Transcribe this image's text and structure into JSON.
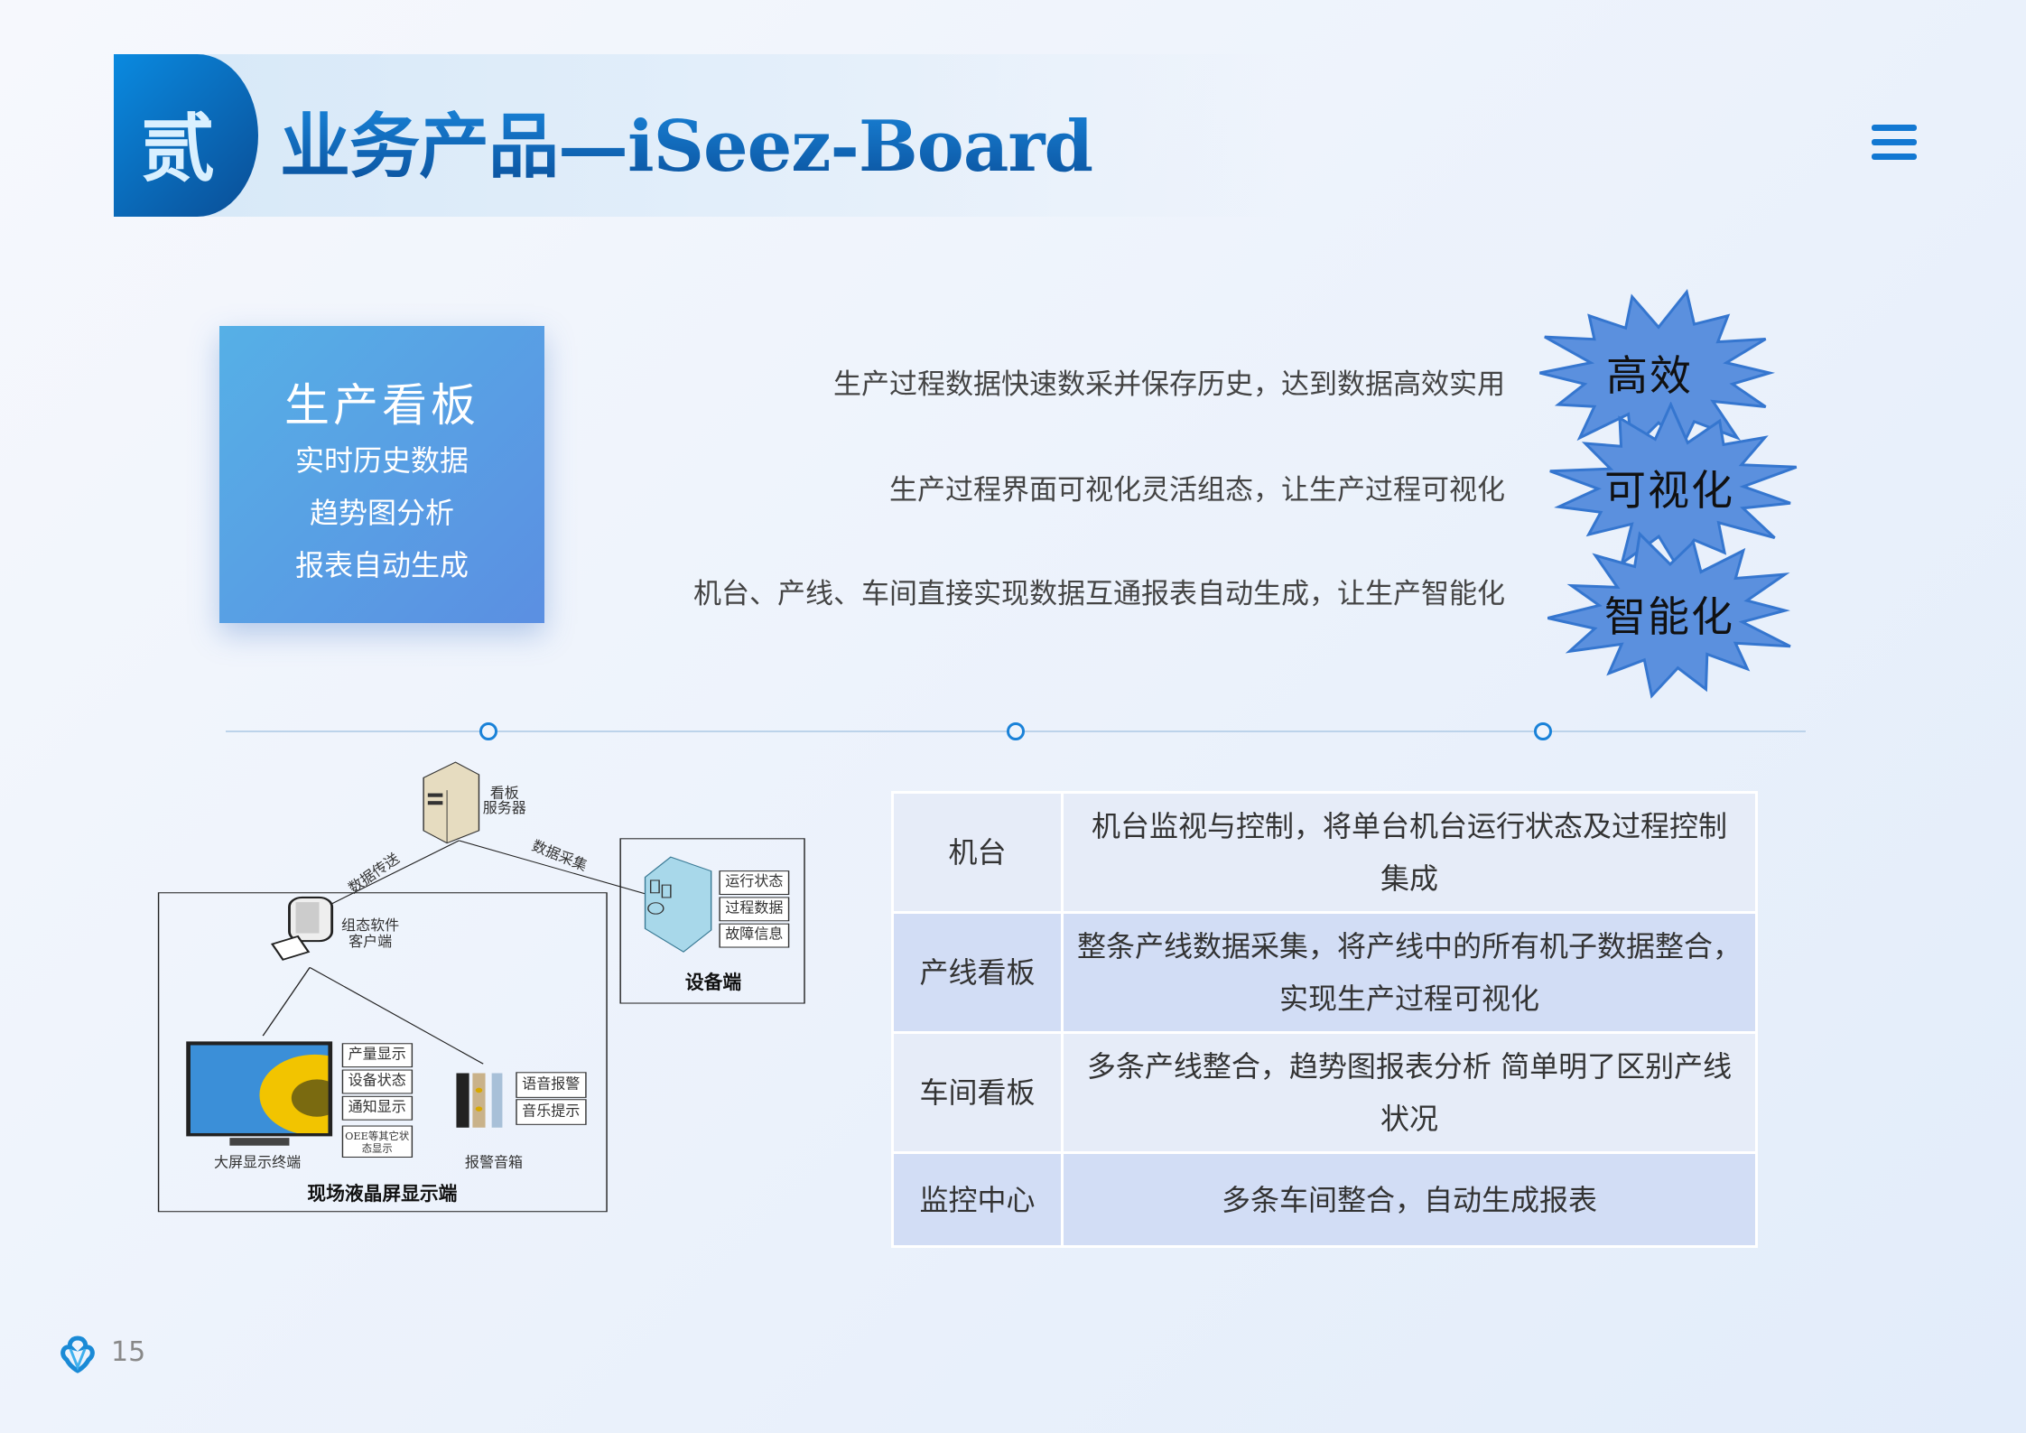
{
  "header": {
    "number": "贰",
    "title": "业务产品—iSeez-Board"
  },
  "card": {
    "title": "生产看板",
    "items": [
      "实时历史数据",
      "趋势图分析",
      "报表自动生成"
    ]
  },
  "features": [
    {
      "text": "生产过程数据快速数采并保存历史，达到数据高效实用",
      "badge": "高效"
    },
    {
      "text": "生产过程界面可视化灵活组态，让生产过程可视化",
      "badge": "可视化"
    },
    {
      "text": "机台、产线、车间直接实现数据互通报表自动生成，让生产智能化",
      "badge": "智能化"
    }
  ],
  "diagram": {
    "server": "看板",
    "server2": "服务器",
    "link_left": "数据传送",
    "link_right": "数据采集",
    "client": "组态软件",
    "client2": "客户端",
    "device_items": [
      "运行状态",
      "过程数据",
      "故障信息"
    ],
    "device_title": "设备端",
    "screen_items": [
      "产量显示",
      "设备状态",
      "通知显示",
      "OEE等其它状",
      "态显示"
    ],
    "screen_label": "大屏显示终端",
    "speaker_items": [
      "语音报警",
      "音乐提示"
    ],
    "speaker_label": "报警音箱",
    "site_title": "现场液晶屏显示端"
  },
  "table": [
    {
      "key": "机台",
      "lines": [
        "机台监视与控制，将单台机台运行状态及过程控制",
        "集成"
      ]
    },
    {
      "key": "产线看板",
      "lines": [
        "整条产线数据采集，将产线中的所有机子数据整合，",
        "实现生产过程可视化"
      ]
    },
    {
      "key": "车间看板",
      "lines": [
        "多条产线整合，趋势图报表分析 简单明了区别产线",
        "状况"
      ]
    },
    {
      "key": "监控中心",
      "lines": [
        "多条车间整合，自动生成报表"
      ]
    }
  ],
  "footer": {
    "page": "15"
  }
}
